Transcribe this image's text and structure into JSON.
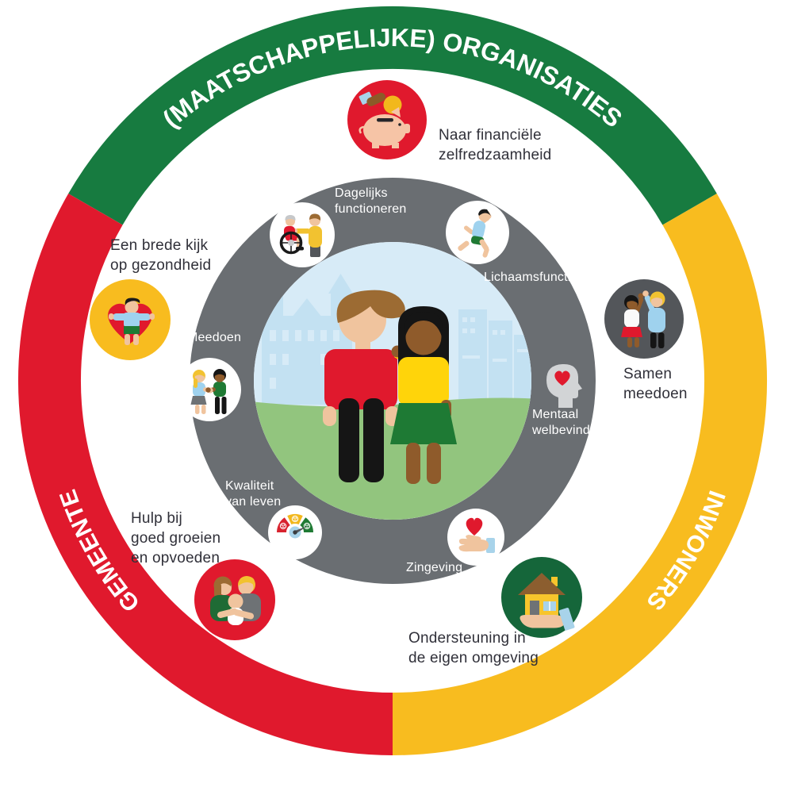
{
  "diagram": {
    "title_ring": {
      "organisaties_label": "(MAATSCHAPPELIJKE) ORGANISATIES",
      "inwoners_label": "INWONERS",
      "gemeente_label": "GEMEENTE"
    },
    "colors": {
      "ring_green": "#177B40",
      "ring_yellow": "#F8BC1F",
      "ring_red": "#E0192D",
      "inner_ring_gray": "#6A6E72",
      "dark_circle_gray": "#53565A",
      "house_circle_green": "#15663A",
      "label_dark": "#303039",
      "label_light": "#FFFFFF"
    },
    "outer_items": {
      "financiele": {
        "label": "Naar financiële\nzelfredzaamheid",
        "icon": "piggy-bank-icon",
        "circle_color": "#E0192D"
      },
      "samen_meedoen": {
        "label": "Samen\nmeedoen",
        "icon": "high-five-icon",
        "circle_color": "#53565A"
      },
      "ondersteuning": {
        "label": "Ondersteuning in\nde eigen omgeving",
        "icon": "house-in-hand-icon",
        "circle_color": "#15663A"
      },
      "hulp": {
        "label": "Hulp bij\ngoed groeien\nen opvoeden",
        "icon": "family-icon",
        "circle_color": "#E0192D"
      },
      "brede_kijk": {
        "label": "Een brede kijk\nop gezondheid",
        "icon": "child-in-heart-icon",
        "circle_color": "#F8BC1F"
      }
    },
    "inner_items": {
      "dagelijks": {
        "label": "Dagelijks\nfunctioneren",
        "icon": "wheelchair-care-icon"
      },
      "lichaamsfuncties": {
        "label": "Lichaamsfuncties",
        "icon": "running-person-icon"
      },
      "mentaal": {
        "label": "Mentaal\nwelbevinden",
        "icon": "head-heart-icon"
      },
      "zingeving": {
        "label": "Zingeving",
        "icon": "hand-heart-icon"
      },
      "kwaliteit": {
        "label": "Kwaliteit\nvan leven",
        "icon": "wellbeing-gauge-icon"
      },
      "meedoen": {
        "label": "Meedoen",
        "icon": "handshake-icon"
      }
    }
  }
}
